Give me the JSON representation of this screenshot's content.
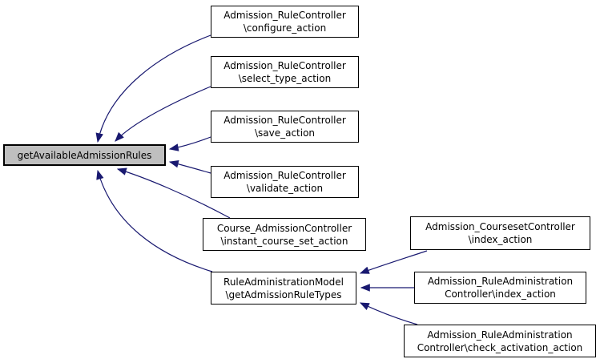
{
  "diagram": {
    "kind": "caller-graph",
    "colors": {
      "edge": "#191970",
      "node_border": "#000000",
      "node_fill": "#ffffff",
      "highlight_fill": "#bfbfbf",
      "background": "#ffffff"
    },
    "nodes": {
      "main": {
        "label": "getAvailableAdmissionRules"
      },
      "configure": {
        "line1": "Admission_RuleController",
        "line2": "\\configure_action"
      },
      "select_type": {
        "line1": "Admission_RuleController",
        "line2": "\\select_type_action"
      },
      "save": {
        "line1": "Admission_RuleController",
        "line2": "\\save_action"
      },
      "validate": {
        "line1": "Admission_RuleController",
        "line2": "\\validate_action"
      },
      "instant_course_set": {
        "line1": "Course_AdmissionController",
        "line2": "\\instant_course_set_action"
      },
      "rule_types": {
        "line1": "RuleAdministrationModel",
        "line2": "\\getAdmissionRuleTypes"
      },
      "courseset_index": {
        "line1": "Admission_CoursesetController",
        "line2": "\\index_action"
      },
      "ruleadmin_index": {
        "line1": "Admission_RuleAdministration",
        "line2": "Controller\\index_action"
      },
      "ruleadmin_check": {
        "line1": "Admission_RuleAdministration",
        "line2": "Controller\\check_activation_action"
      }
    },
    "edges": [
      {
        "from": "Admission_RuleController\\configure_action",
        "to": "getAvailableAdmissionRules"
      },
      {
        "from": "Admission_RuleController\\select_type_action",
        "to": "getAvailableAdmissionRules"
      },
      {
        "from": "Admission_RuleController\\save_action",
        "to": "getAvailableAdmissionRules"
      },
      {
        "from": "Admission_RuleController\\validate_action",
        "to": "getAvailableAdmissionRules"
      },
      {
        "from": "Course_AdmissionController\\instant_course_set_action",
        "to": "getAvailableAdmissionRules"
      },
      {
        "from": "RuleAdministrationModel\\getAdmissionRuleTypes",
        "to": "getAvailableAdmissionRules"
      },
      {
        "from": "Admission_CoursesetController\\index_action",
        "to": "RuleAdministrationModel\\getAdmissionRuleTypes"
      },
      {
        "from": "Admission_RuleAdministrationController\\index_action",
        "to": "RuleAdministrationModel\\getAdmissionRuleTypes"
      },
      {
        "from": "Admission_RuleAdministrationController\\check_activation_action",
        "to": "RuleAdministrationModel\\getAdmissionRuleTypes"
      }
    ]
  }
}
